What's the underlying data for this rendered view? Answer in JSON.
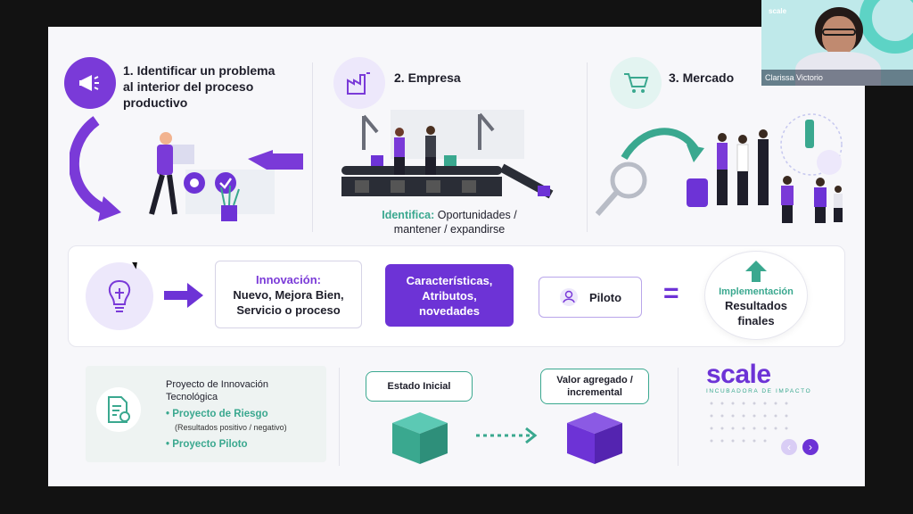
{
  "steps": [
    {
      "number": "1.",
      "title": "Identificar un problema al interior del proceso productivo"
    },
    {
      "number": "2.",
      "title": "Empresa"
    },
    {
      "number": "3.",
      "title": "Mercado"
    }
  ],
  "empresa_caption": {
    "highlight": "Identifica:",
    "text": "Oportunidades / mantener / expandirse"
  },
  "band": {
    "innovacion_title": "Innovación:",
    "innovacion_text": "Nuevo, Mejora Bien, Servicio o proceso",
    "caracteristicas": "Características, Atributos, novedades",
    "piloto": "Piloto",
    "equals": "=",
    "implementacion": "Implementación",
    "resultados": "Resultados finales"
  },
  "project": {
    "title": "Proyecto de Innovación Tecnológica",
    "item1": "Proyecto de Riesgo",
    "item1_note": "(Resultados positivo / negativo)",
    "item2": "Proyecto Piloto"
  },
  "states": {
    "initial": "Estado Inicial",
    "added": "Valor agregado / incremental"
  },
  "brand": {
    "name": "scale",
    "tagline": "INCUBADORA DE IMPACTO"
  },
  "webcam": {
    "name": "Clarissa Victorio",
    "logo": "scale"
  },
  "colors": {
    "purple": "#6d33d6",
    "teal": "#3aa88f",
    "lavender": "#ede8fb"
  }
}
